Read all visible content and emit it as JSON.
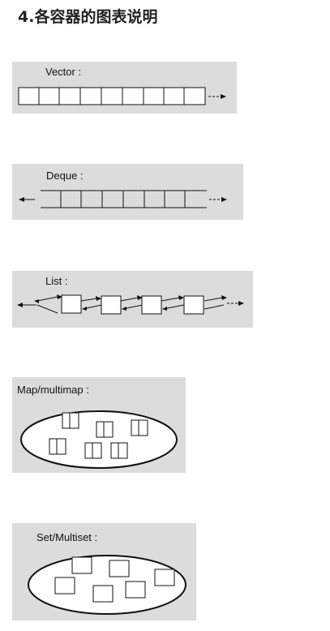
{
  "heading": "4.各容器的图表说明",
  "diagrams": {
    "vector": {
      "label": "Vector :"
    },
    "deque": {
      "label": "Deque :"
    },
    "list": {
      "label": "List :"
    },
    "map": {
      "label": "Map/multimap :"
    },
    "set": {
      "label": "Set/Multiset :"
    }
  }
}
